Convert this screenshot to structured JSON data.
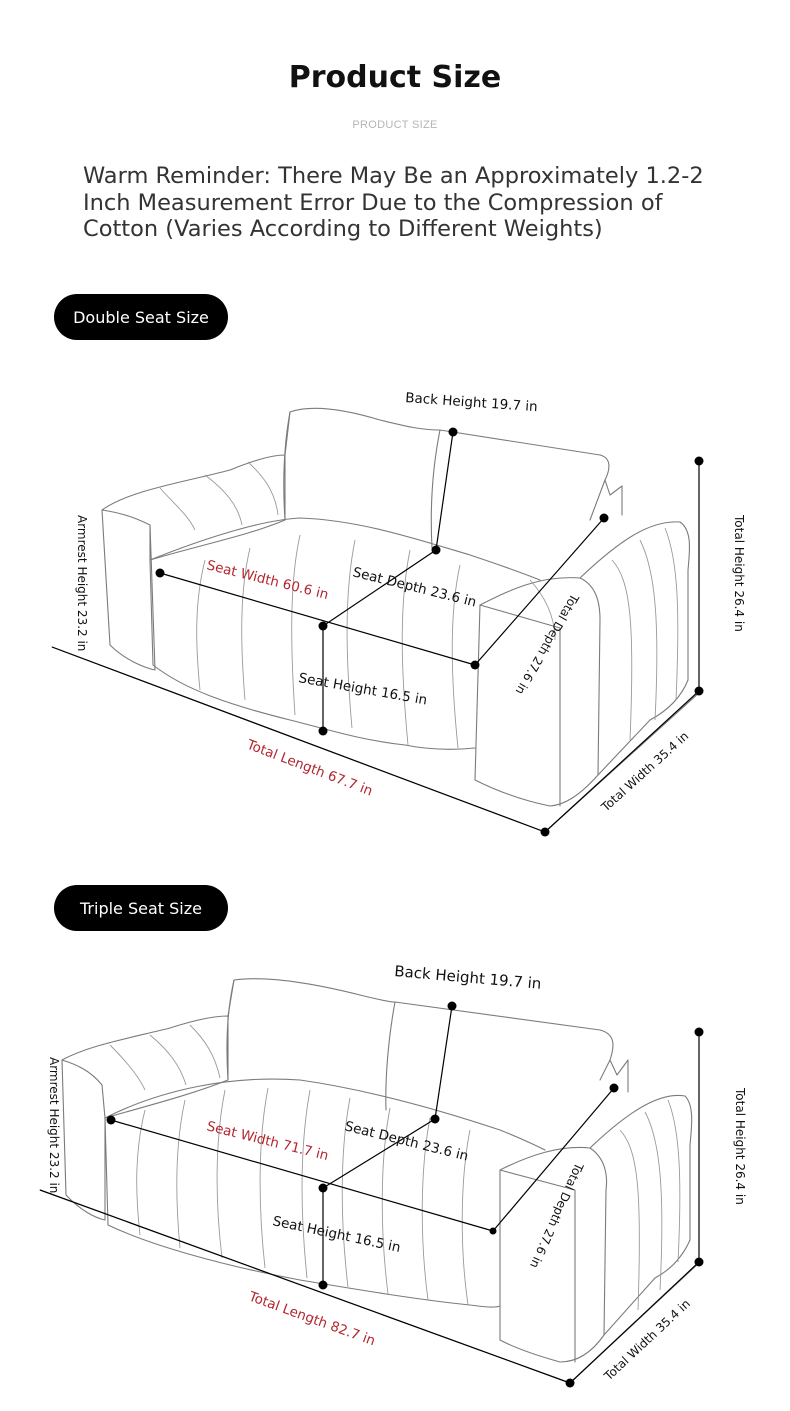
{
  "header": {
    "title": "Product Size",
    "subtitle": "PRODUCT SIZE",
    "reminder": "Warm Reminder: There May Be an Approximately 1.2-2 Inch Measurement Error Due to the Compression of Cotton (Varies According to Different Weights)"
  },
  "sections": [
    {
      "pill": "Double Seat Size",
      "labels": {
        "back_height": "Back Height 19.7 in",
        "armrest_height": "Armrest Height 23.2 in",
        "total_height": "Total Height 26.4 in",
        "seat_width": "Seat Width 60.6 in",
        "seat_depth": "Seat Depth 23.6 in",
        "total_depth": "Total Depth 27.6 in",
        "seat_height": "Seat Height 16.5 in",
        "total_length": "Total Length 67.7 in",
        "total_width": "Total Width 35.4 in"
      }
    },
    {
      "pill": "Triple Seat Size",
      "labels": {
        "back_height": "Back Height 19.7 in",
        "armrest_height": "Armrest Height 23.2 in",
        "total_height": "Total Height 26.4 in",
        "seat_width": "Seat Width 71.7 in",
        "seat_depth": "Seat Depth 23.6 in",
        "total_depth": "Total Depth 27.6 in",
        "seat_height": "Seat Height 16.5 in",
        "total_length": "Total Length 82.7 in",
        "total_width": "Total Width 35.4 in"
      }
    }
  ],
  "colors": {
    "accent_red": "#b3262e",
    "pill_bg": "#000000",
    "outline": "#7b7b7b"
  }
}
